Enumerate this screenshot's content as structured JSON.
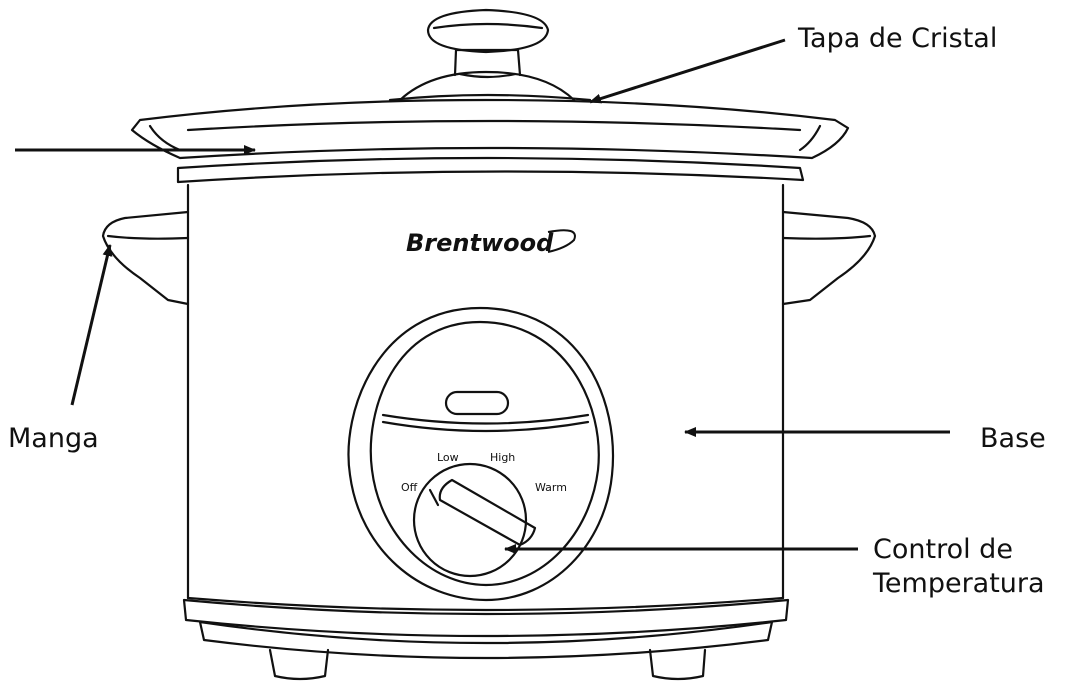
{
  "callouts": {
    "lid": "Tapa de Cristal",
    "handle": "Manga",
    "base": "Base",
    "control_line1": "Control de",
    "control_line2": "Temperatura"
  },
  "appliance": {
    "brand": "Brentwood",
    "dial_settings": {
      "off": "Off",
      "low": "Low",
      "high": "High",
      "warm": "Warm"
    }
  },
  "colors": {
    "ink": "#111111",
    "background": "#ffffff"
  }
}
